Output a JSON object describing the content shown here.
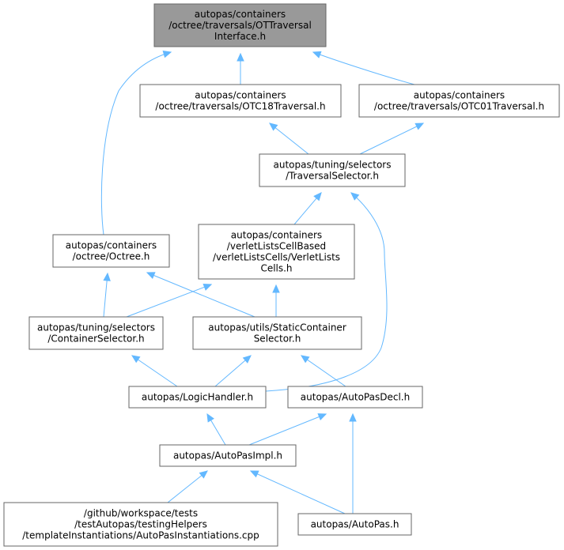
{
  "diagram": {
    "nodes": [
      {
        "id": "ot",
        "lines": [
          "autopas/containers",
          "/octree/traversals/OTTraversal",
          "Interface.h"
        ],
        "root": true
      },
      {
        "id": "otc18",
        "lines": [
          "autopas/containers",
          "/octree/traversals/OTC18Traversal.h"
        ]
      },
      {
        "id": "otc01",
        "lines": [
          "autopas/containers",
          "/octree/traversals/OTC01Traversal.h"
        ]
      },
      {
        "id": "travsel",
        "lines": [
          "autopas/tuning/selectors",
          "/TraversalSelector.h"
        ]
      },
      {
        "id": "vlc",
        "lines": [
          "autopas/containers",
          "/verletListsCellBased",
          "/verletListsCells/VerletLists",
          "Cells.h"
        ]
      },
      {
        "id": "octree",
        "lines": [
          "autopas/containers",
          "/octree/Octree.h"
        ]
      },
      {
        "id": "contsel",
        "lines": [
          "autopas/tuning/selectors",
          "/ContainerSelector.h"
        ]
      },
      {
        "id": "staticcont",
        "lines": [
          "autopas/utils/StaticContainer",
          "Selector.h"
        ]
      },
      {
        "id": "logic",
        "lines": [
          "autopas/LogicHandler.h"
        ]
      },
      {
        "id": "decl",
        "lines": [
          "autopas/AutoPasDecl.h"
        ]
      },
      {
        "id": "impl",
        "lines": [
          "autopas/AutoPasImpl.h"
        ]
      },
      {
        "id": "inst",
        "lines": [
          "/github/workspace/tests",
          "/testAutopas/testingHelpers",
          "/templateInstantiations/AutoPasInstantiations.cpp"
        ]
      },
      {
        "id": "autopas",
        "lines": [
          "autopas/AutoPas.h"
        ]
      }
    ],
    "edges": [
      {
        "from": "otc18",
        "to": "ot"
      },
      {
        "from": "otc01",
        "to": "ot"
      },
      {
        "from": "octree",
        "to": "ot"
      },
      {
        "from": "travsel",
        "to": "otc18"
      },
      {
        "from": "travsel",
        "to": "otc01"
      },
      {
        "from": "vlc",
        "to": "travsel"
      },
      {
        "from": "logic",
        "to": "travsel"
      },
      {
        "from": "contsel",
        "to": "octree"
      },
      {
        "from": "staticcont",
        "to": "octree"
      },
      {
        "from": "contsel",
        "to": "vlc"
      },
      {
        "from": "staticcont",
        "to": "vlc"
      },
      {
        "from": "logic",
        "to": "contsel"
      },
      {
        "from": "logic",
        "to": "staticcont"
      },
      {
        "from": "decl",
        "to": "staticcont"
      },
      {
        "from": "impl",
        "to": "logic"
      },
      {
        "from": "impl",
        "to": "decl"
      },
      {
        "from": "autopas",
        "to": "decl"
      },
      {
        "from": "inst",
        "to": "impl"
      },
      {
        "from": "autopas",
        "to": "impl"
      }
    ],
    "colors": {
      "edge": "#63b8ff",
      "node_border": "#666666",
      "root_fill": "#999999"
    }
  }
}
